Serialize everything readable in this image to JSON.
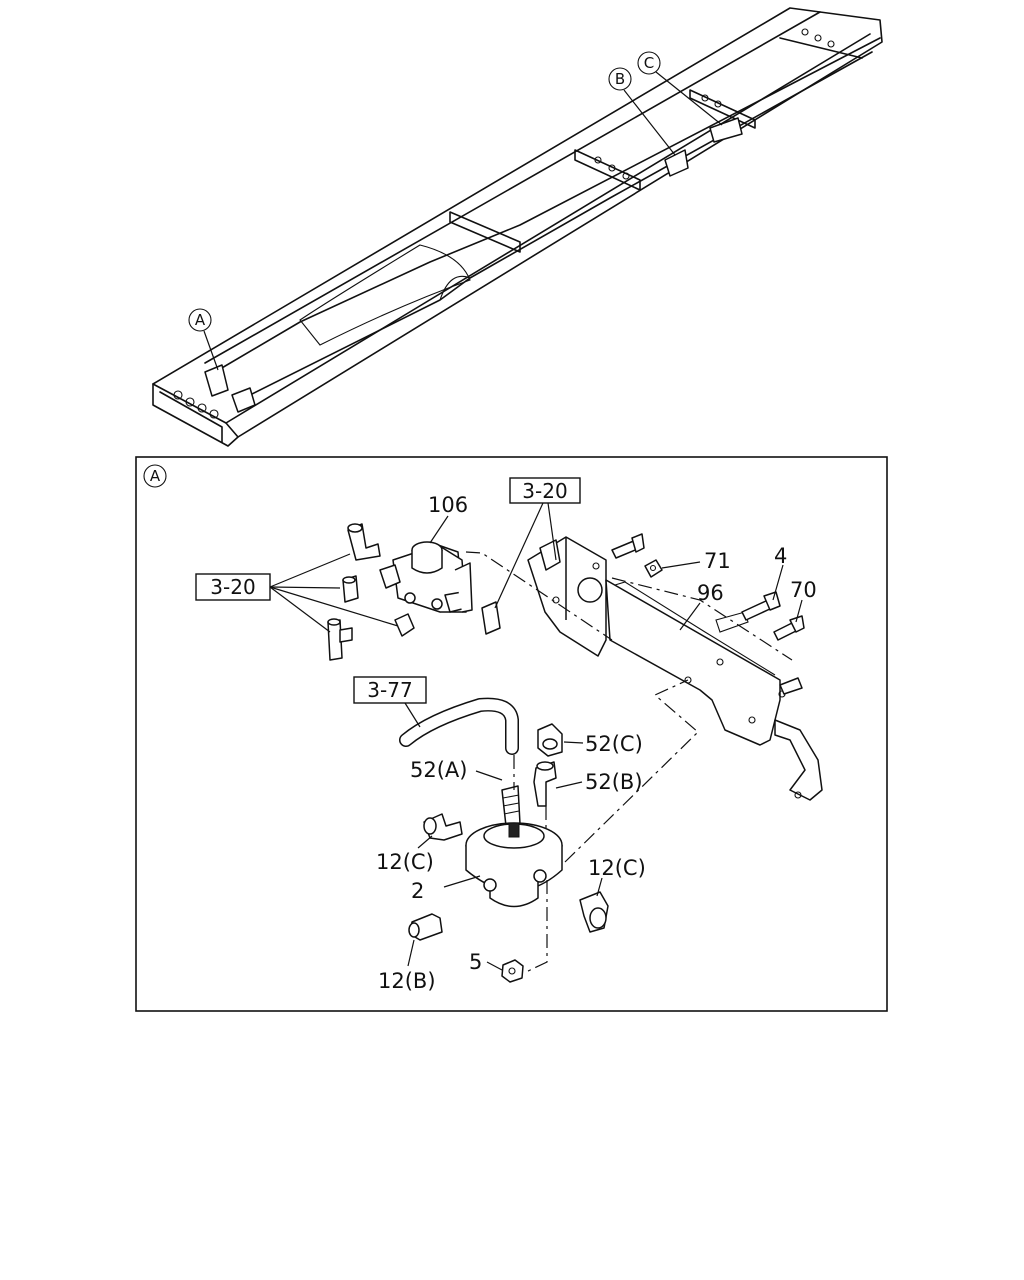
{
  "callouts": {
    "A": "A",
    "B": "B",
    "C": "C"
  },
  "detail": {
    "marker": "A",
    "refs": {
      "ref_top": "3-20",
      "ref_left": "3-20",
      "ref_hose": "3-77"
    },
    "labels": {
      "p106": "106",
      "p71": "71",
      "p4": "4",
      "p70": "70",
      "p96": "96",
      "p52c": "52(C)",
      "p52a": "52(A)",
      "p52b": "52(B)",
      "p12c_left": "12(C)",
      "p12c_right": "12(C)",
      "p2": "2",
      "p12b": "12(B)",
      "p5": "5"
    }
  }
}
